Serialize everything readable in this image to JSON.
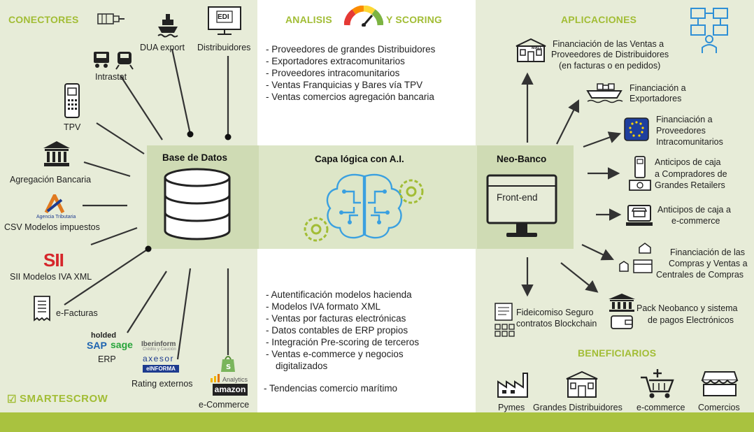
{
  "headers": {
    "connectors": "CONECTORES",
    "analysis_left": "ANALISIS",
    "analysis_right": "Y SCORING",
    "applications": "APLICACIONES",
    "beneficiaries": "BENEFICIARIOS"
  },
  "connectors": {
    "dua": "DUA export",
    "distribuidores": "Distribuidores",
    "edi": "EDI",
    "intrastat": "Intrastat",
    "tpv": "TPV",
    "agregacion": "Agregación Bancaria",
    "agencia_logo": "Agencia Tributaria",
    "csv": "CSV Modelos impuestos",
    "sii_logo": "SII",
    "sii": "SII Modelos IVA XML",
    "efacturas": "e-Facturas",
    "holded": "holded",
    "sap": "SAP",
    "sage": "sage",
    "erp": "ERP",
    "iberinform": "Iberinform",
    "iberinform_sub": "Crédito y Caución",
    "axesor": "axesor",
    "einforma": "eINFORMA",
    "rating": "Rating externos",
    "analytics": "Analytics",
    "amazon": "amazon",
    "ecommerce": "e-Commerce"
  },
  "center": {
    "db_title": "Base de Datos",
    "logic_title": "Capa lógica con A.I.",
    "bank_title": "Neo-Banco",
    "frontend": "Front-end"
  },
  "analysis_top": [
    "Proveedores de grandes Distribuidores",
    "Exportadores extracomunitarios",
    "Proveedores intracomunitarios",
    "Ventas Franquicias y Bares vía TPV",
    "Ventas comercios agregación bancaria"
  ],
  "analysis_bottom": [
    "Autentificación modelos hacienda",
    "Modelos IVA formato XML",
    "Ventas por facturas electrónicas",
    "Datos contables de ERP propios",
    "Integración Pre-scoring de terceros",
    "Ventas e-commerce y negocios",
    "digitalizados"
  ],
  "analysis_last": "- Tendencias comercio marítimo",
  "applications": {
    "app1": [
      "Financiación de las Ventas a",
      "Proveedores de Distribuidores",
      "(en facturas o en pedidos)"
    ],
    "app2": [
      "Financiación a",
      "Exportadores"
    ],
    "app3": [
      "Financiación a",
      "Proveedores",
      "Intracomunitarios"
    ],
    "app4": [
      "Anticipos de caja",
      "a Compradores de",
      "Grandes Retailers"
    ],
    "app5": [
      "Anticipos de caja a",
      "e-commerce"
    ],
    "app6": [
      "Financiación de las",
      "Compras y Ventas a",
      "Centrales de Compras"
    ],
    "app7": [
      "Pack Neobanco y sistema",
      "de pagos Electrónicos"
    ],
    "app8": [
      "Fideicomiso Seguro",
      "contratos Blockchain"
    ],
    "mall_sign": "MALL"
  },
  "beneficiaries": [
    "Pymes",
    "Grandes Distribuidores",
    "e-commerce",
    "Comercios"
  ],
  "brand": {
    "check": "☑",
    "name": "SMARTESCROW"
  },
  "colors": {
    "accent_green": "#a2bd35",
    "panel": "#e7ecd8",
    "band": "#cfdbb4",
    "icon_blue": "#2e8fd6"
  }
}
